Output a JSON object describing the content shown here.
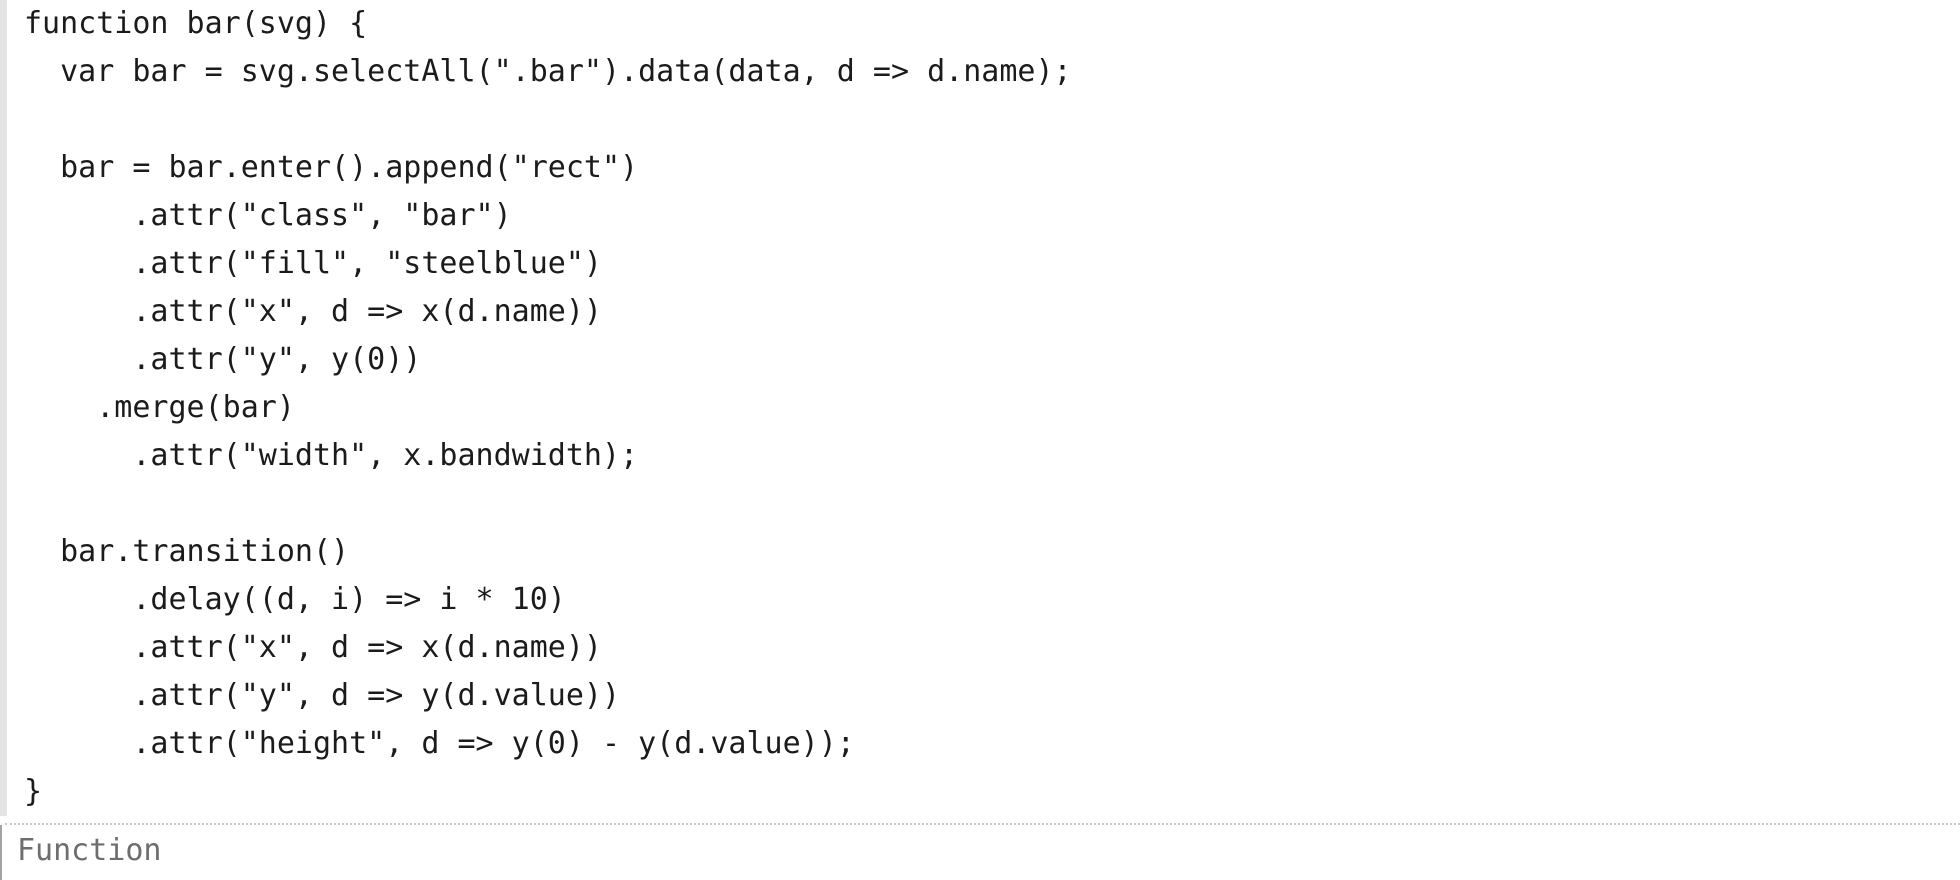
{
  "editor": {
    "code_lines": [
      "function bar(svg) {",
      "  var bar = svg.selectAll(\".bar\").data(data, d => d.name);",
      "",
      "  bar = bar.enter().append(\"rect\")",
      "      .attr(\"class\", \"bar\")",
      "      .attr(\"fill\", \"steelblue\")",
      "      .attr(\"x\", d => x(d.name))",
      "      .attr(\"y\", y(0))",
      "    .merge(bar)",
      "      .attr(\"width\", x.bandwidth);",
      "",
      "  bar.transition()",
      "      .delay((d, i) => i * 10)",
      "      .attr(\"x\", d => x(d.name))",
      "      .attr(\"y\", d => y(d.value))",
      "      .attr(\"height\", d => y(0) - y(d.value));",
      "}"
    ]
  },
  "output": {
    "label": "Function"
  },
  "colors": {
    "background": "#ffffff",
    "code_text": "#1b1b1b",
    "editor_gutter": "#e4e4e4",
    "output_gutter": "#a3a3a3",
    "divider": "#c9c9c9",
    "output_text": "#6e6e6e"
  }
}
